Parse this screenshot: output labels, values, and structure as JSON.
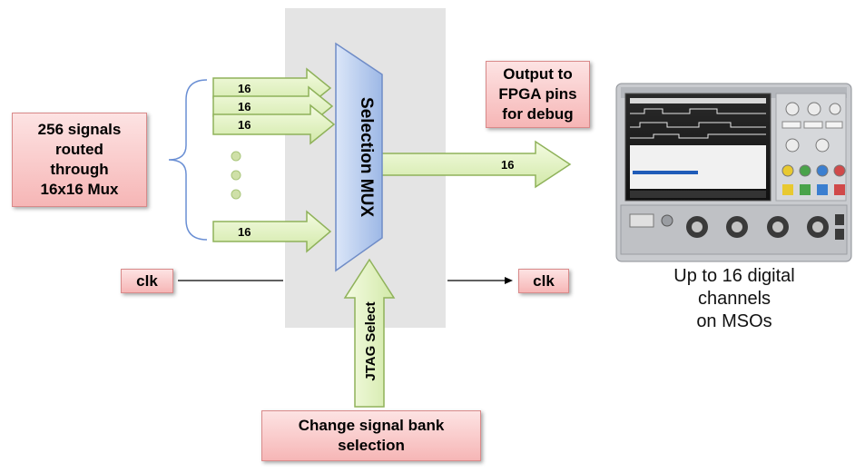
{
  "diagram": {
    "input_box": {
      "lines": [
        "256 signals",
        "routed",
        "through",
        "16x16 Mux"
      ]
    },
    "mux_label": "Selection MUX",
    "bus_width_labels": [
      "16",
      "16",
      "16",
      "16"
    ],
    "output_bus_label": "16",
    "output_box": {
      "lines": [
        "Output to",
        "FPGA pins",
        "for debug"
      ]
    },
    "clk_in_label": "clk",
    "clk_out_label": "clk",
    "jtag_label": "JTAG Select",
    "bottom_box": {
      "lines": [
        "Change signal bank",
        "selection"
      ]
    },
    "scope_caption": {
      "lines": [
        "Up to 16 digital",
        "channels",
        "on MSOs"
      ]
    }
  }
}
